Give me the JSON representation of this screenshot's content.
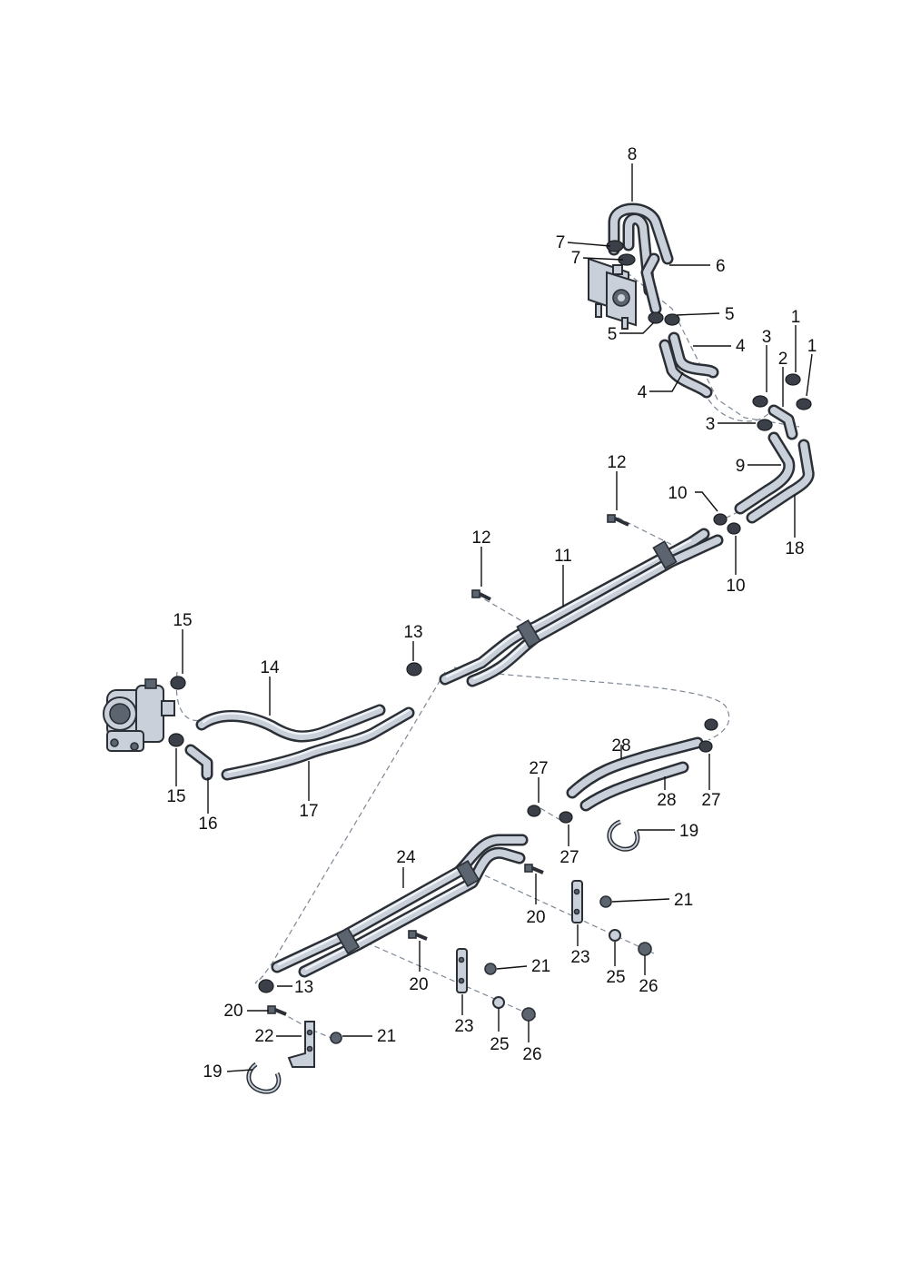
{
  "callouts": {
    "c1a": "1",
    "c1b": "1",
    "c2": "2",
    "c3a": "3",
    "c3b": "3",
    "c4a": "4",
    "c4b": "4",
    "c5a": "5",
    "c5b": "5",
    "c6": "6",
    "c7a": "7",
    "c7b": "7",
    "c8": "8",
    "c9": "9",
    "c10a": "10",
    "c10b": "10",
    "c11": "11",
    "c12a": "12",
    "c12b": "12",
    "c13a": "13",
    "c13b": "13",
    "c14": "14",
    "c15a": "15",
    "c15b": "15",
    "c16": "16",
    "c17": "17",
    "c18": "18",
    "c19a": "19",
    "c19b": "19",
    "c20a": "20",
    "c20b": "20",
    "c20c": "20",
    "c21a": "21",
    "c21b": "21",
    "c21c": "21",
    "c22": "22",
    "c23a": "23",
    "c23b": "23",
    "c24": "24",
    "c25a": "25",
    "c25b": "25",
    "c26a": "26",
    "c26b": "26",
    "c27a": "27",
    "c27b": "27",
    "c27c": "27",
    "c28a": "28",
    "c28b": "28"
  },
  "colors": {
    "line": "#111111",
    "part_fill": "#c9d0da",
    "part_outline": "#2b2f36",
    "dash": "#7d8796"
  }
}
